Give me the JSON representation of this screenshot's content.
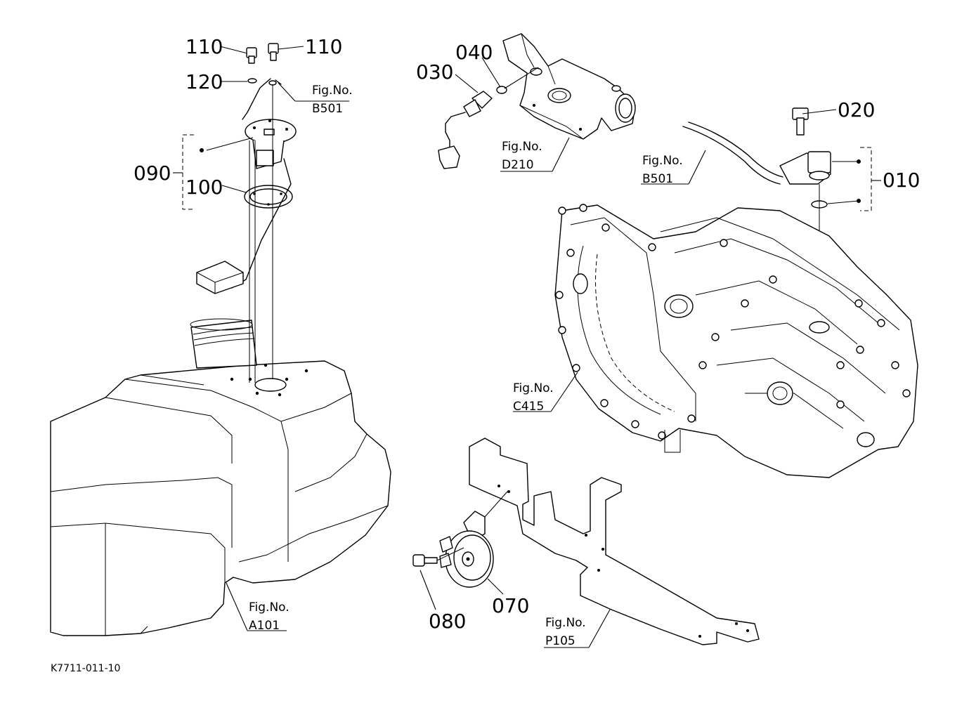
{
  "parts": {
    "p110_left": "110",
    "p110_right": "110",
    "p120": "120",
    "p090": "090",
    "p100": "100",
    "p040": "040",
    "p030": "030",
    "p020": "020",
    "p010": "010",
    "p070": "070",
    "p080": "080"
  },
  "references": {
    "b501_top": {
      "line1": "Fig.No.",
      "line2": "B501"
    },
    "d210": {
      "line1": "Fig.No.",
      "line2": "D210"
    },
    "b501_right": {
      "line1": "Fig.No.",
      "line2": "B501"
    },
    "c415": {
      "line1": "Fig.No.",
      "line2": "C415"
    },
    "a101": {
      "line1": "Fig.No.",
      "line2": "A101"
    },
    "p105": {
      "line1": "Fig.No.",
      "line2": "P105"
    }
  },
  "drawing_number": "K7711-011-10"
}
